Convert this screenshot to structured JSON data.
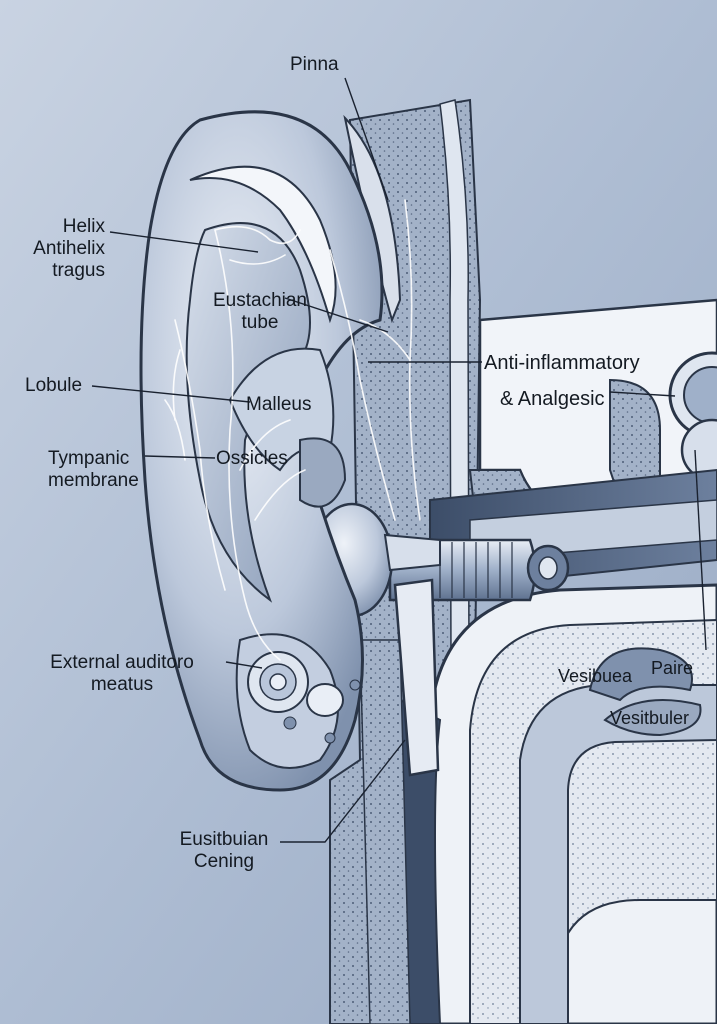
{
  "diagram": {
    "labels": {
      "pinna": "Pinna",
      "helix_group": [
        "Helix",
        "Antihelix",
        "tragus"
      ],
      "eustachian_tube": [
        "Eustachian",
        "tube"
      ],
      "anti_inflammatory": "Anti-inflammatory",
      "analgesic": "& Analgesic",
      "lobule": "Lobule",
      "malleus": "Malleus",
      "tympanic_membrane": [
        "Tympanic",
        "membrane"
      ],
      "ossicles": "Ossicles",
      "external_auditory_meatus": [
        "External auditoro",
        "meatus"
      ],
      "vesibuea": "Vesibuea",
      "paire": "Paire",
      "vesitbuler": "Vesitbuler",
      "eusitbuian_cening": [
        "Eusitbuian",
        "Cening"
      ]
    },
    "colors": {
      "background": "#b3c1d6",
      "skin_light": "#e9eef6",
      "skin_mid": "#b9c6da",
      "skin_dark": "#5f7290",
      "outline": "#2a3547",
      "tissue": "#9aa9c0",
      "nerve": "#ffffff",
      "label_text": "#141a22"
    }
  }
}
